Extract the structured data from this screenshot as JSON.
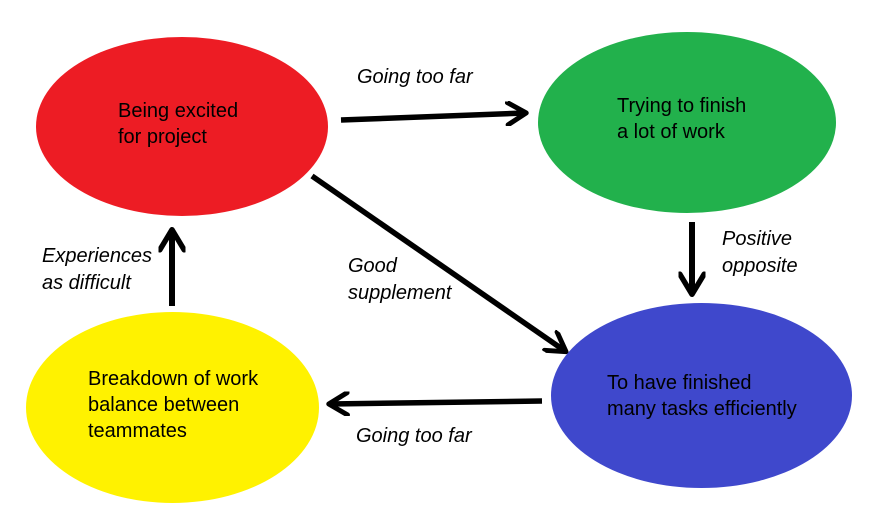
{
  "colors": {
    "red": "#ed1c24",
    "green": "#22b14c",
    "blue": "#3f48cc",
    "yellow": "#fff200",
    "ink": "#000000",
    "background": "#ffffff"
  },
  "nodes": {
    "excited": {
      "label": "Being excited\nfor project",
      "color": "#ed1c24"
    },
    "trying": {
      "label": "Trying to finish\na lot of work",
      "color": "#22b14c"
    },
    "finished": {
      "label": "To have finished\nmany tasks efficiently",
      "color": "#3f48cc"
    },
    "breakdown": {
      "label": "Breakdown of work\nbalance between\nteammates",
      "color": "#fff200"
    }
  },
  "edges": {
    "excited_to_trying": {
      "from": "excited",
      "to": "trying",
      "label": "Going too far"
    },
    "trying_to_finished": {
      "from": "trying",
      "to": "finished",
      "label": "Positive\nopposite"
    },
    "excited_to_finished": {
      "from": "excited",
      "to": "finished",
      "label": "Good\nsupplement"
    },
    "finished_to_breakdown": {
      "from": "finished",
      "to": "breakdown",
      "label": "Going too far"
    },
    "breakdown_to_excited": {
      "from": "breakdown",
      "to": "excited",
      "label": "Experiences\nas difficult"
    }
  }
}
